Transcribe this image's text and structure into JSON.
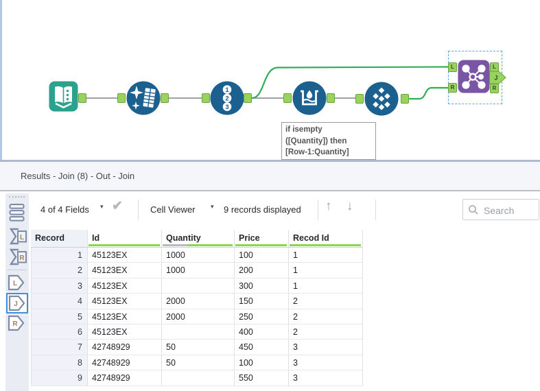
{
  "colors": {
    "tool_blue": "#1b608f",
    "tool_teal": "#2aa28e",
    "join_purple": "#7a55a5",
    "anchor_green": "#9ad25f",
    "anchor_border_green": "#67a33d",
    "wire_green": "#2fae54",
    "wire_gray": "#a0a0a0",
    "selection_dash_blue": "#58a8e2",
    "sidebar_selected_blue": "#3f8fd8",
    "quality_green": "#8bd64f",
    "quality_gray": "#b7babf"
  },
  "canvas": {
    "tools": {
      "record_id_digits": [
        "1",
        "2",
        "3"
      ],
      "join_anchors": {
        "in_l": "L",
        "in_r": "R",
        "out_l": "L",
        "out_j": "J",
        "out_r": "R"
      }
    },
    "annotation": {
      "lines": [
        "if isempty",
        "([Quantity]) then",
        "[Row-1:Quantity]"
      ]
    }
  },
  "results": {
    "title": "Results - Join (8) - Out - Join",
    "toolbar": {
      "fields_label": "4 of 4 Fields",
      "cell_viewer_label": "Cell Viewer",
      "records_label": "9 records displayed",
      "search_placeholder": "Search",
      "icons": {
        "caret": "▾",
        "check": "✔",
        "up": "↑",
        "down": "↓"
      }
    },
    "sidebar": {
      "input_l": "L",
      "input_r": "R",
      "out_l": "L",
      "out_j": "J",
      "out_r": "R"
    },
    "table": {
      "columns": [
        {
          "label": "Record"
        },
        {
          "label": "Id",
          "quality": [
            {
              "color": "#8bd64f",
              "frac": 1
            }
          ]
        },
        {
          "label": "Quantity",
          "quality": [
            {
              "color": "#b7babf",
              "frac": 0.36
            },
            {
              "color": "#8bd64f",
              "frac": 0.64
            }
          ]
        },
        {
          "label": "Price",
          "quality": [
            {
              "color": "#8bd64f",
              "frac": 1
            }
          ]
        },
        {
          "label": "Recod Id",
          "quality": [
            {
              "color": "#8bd64f",
              "frac": 1
            }
          ]
        }
      ],
      "rows": [
        [
          "1",
          "45123EX",
          "1000",
          "100",
          "1"
        ],
        [
          "2",
          "45123EX",
          "1000",
          "200",
          "1"
        ],
        [
          "3",
          "45123EX",
          "",
          "300",
          "1"
        ],
        [
          "4",
          "45123EX",
          "2000",
          "150",
          "2"
        ],
        [
          "5",
          "45123EX",
          "2000",
          "250",
          "2"
        ],
        [
          "6",
          "45123EX",
          "",
          "400",
          "2"
        ],
        [
          "7",
          "42748929",
          "50",
          "450",
          "3"
        ],
        [
          "8",
          "42748929",
          "50",
          "100",
          "3"
        ],
        [
          "9",
          "42748929",
          "",
          "550",
          "3"
        ]
      ]
    }
  }
}
